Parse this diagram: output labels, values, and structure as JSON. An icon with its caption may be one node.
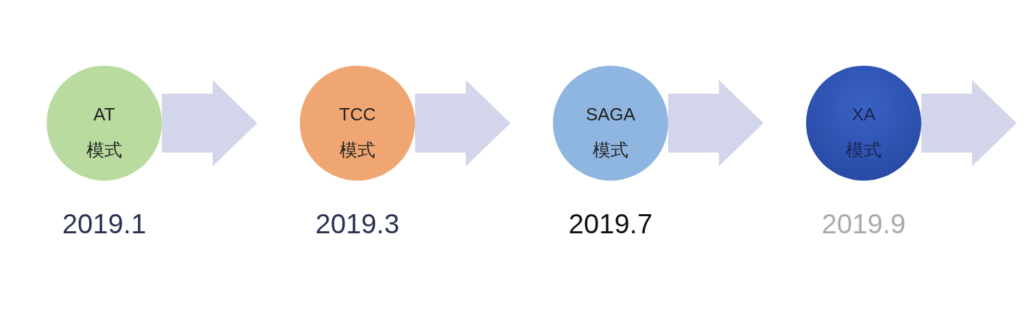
{
  "diagram": {
    "nodes": [
      {
        "text": [
          "AT",
          "模式"
        ],
        "beside": [
          "2019.1"
        ]
      },
      {
        "text": [
          "TCC",
          "模式"
        ],
        "beside": [
          "2019.3"
        ]
      },
      {
        "text": [
          "SAGA",
          "模式"
        ],
        "beside": [
          "2019.7"
        ]
      },
      {
        "text": [
          "XA",
          "模式"
        ],
        "beside": [
          "2019.9"
        ]
      }
    ],
    "edges": [
      {
        "from": 0,
        "to": 1,
        "arrow": "to"
      },
      {
        "from": 1,
        "to": 2,
        "arrow": "to"
      },
      {
        "from": 2,
        "to": 3,
        "arrow": "to"
      },
      {
        "from": 3,
        "to": null,
        "arrow": "to"
      }
    ]
  }
}
